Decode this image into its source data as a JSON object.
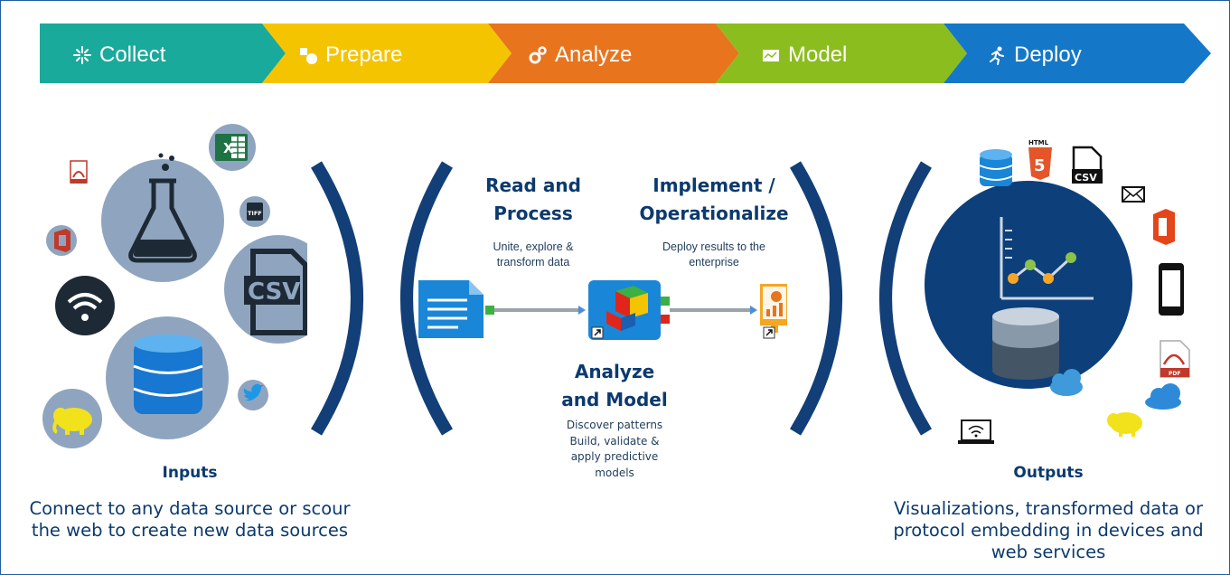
{
  "steps": [
    {
      "label": "Collect",
      "icon": "sparkle-icon",
      "color": "#1aaa9b"
    },
    {
      "label": "Prepare",
      "icon": "shapes-icon",
      "color": "#f5c400"
    },
    {
      "label": "Analyze",
      "icon": "gears-icon",
      "color": "#e8741e"
    },
    {
      "label": "Model",
      "icon": "map-icon",
      "color": "#8cbd1e"
    },
    {
      "label": "Deploy",
      "icon": "runner-icon",
      "color": "#1577c8"
    }
  ],
  "inputs": {
    "title": "Inputs",
    "description_line1": "Connect to any data source or scour",
    "description_line2": "the web to create new data sources",
    "icons": [
      "pdf-icon",
      "excel-icon",
      "flask-icon",
      "tiff-icon",
      "office-icon",
      "csv-file-icon",
      "wifi-icon",
      "database-icon",
      "twitter-icon",
      "hadoop-elephant-icon"
    ],
    "csv_label": "CSV",
    "tiff_label": "TIFF",
    "excel_label": "X"
  },
  "read_process": {
    "title_line1": "Read and",
    "title_line2": "Process",
    "sub_line1": "Unite, explore &",
    "sub_line2": "transform data"
  },
  "implement": {
    "title_line1": "Implement /",
    "title_line2": "Operationalize",
    "sub_line1": "Deploy results to the",
    "sub_line2": "enterprise"
  },
  "analyze_model": {
    "title_line1": "Analyze",
    "title_line2": "and Model",
    "sub_line1": "Discover patterns",
    "sub_line2": "Build, validate &",
    "sub_line3": "apply predictive",
    "sub_line4": "models"
  },
  "outputs": {
    "title": "Outputs",
    "description_line1": "Visualizations, transformed data or",
    "description_line2": "protocol embedding in devices and",
    "description_line3": "web services",
    "icons": [
      "database-icon",
      "html5-icon",
      "csv-file-icon",
      "mail-icon",
      "office-icon",
      "phone-icon",
      "pdf-icon",
      "cloud-icon",
      "hadoop-elephant-icon",
      "laptop-wifi-icon",
      "chart-icon"
    ],
    "html_label": "HTML",
    "csv_label": "CSV",
    "pdf_label": "PDF"
  },
  "colors": {
    "navy": "#0b3a6e",
    "circle_gray": "#8fa5bf",
    "output_circle": "#0d3f7a",
    "bracket": "#123f78"
  }
}
